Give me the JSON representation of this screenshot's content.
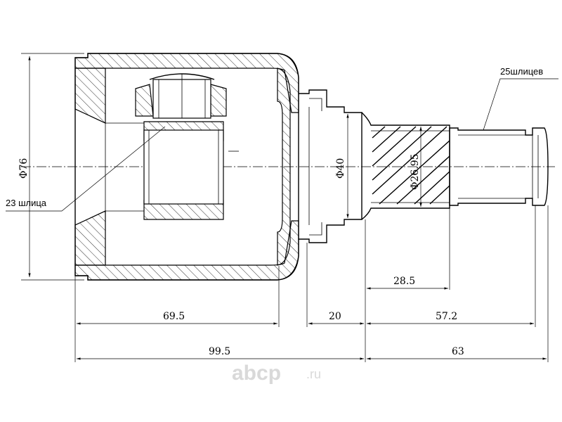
{
  "dimensions": {
    "outer_diameter": "Φ76",
    "bore_diameter": "Φ40",
    "spline_diameter": "Φ26.95",
    "housing_length": "69.5",
    "neck_length": "20",
    "shaft_length": "57.2",
    "spline_length": "28.5",
    "total_left": "99.5",
    "total_right": "63"
  },
  "notes": {
    "inner_splines": "23 шлица",
    "outer_splines": "25шлицев"
  },
  "watermark": {
    "brand": "abcp",
    "suffix": ".ru"
  }
}
